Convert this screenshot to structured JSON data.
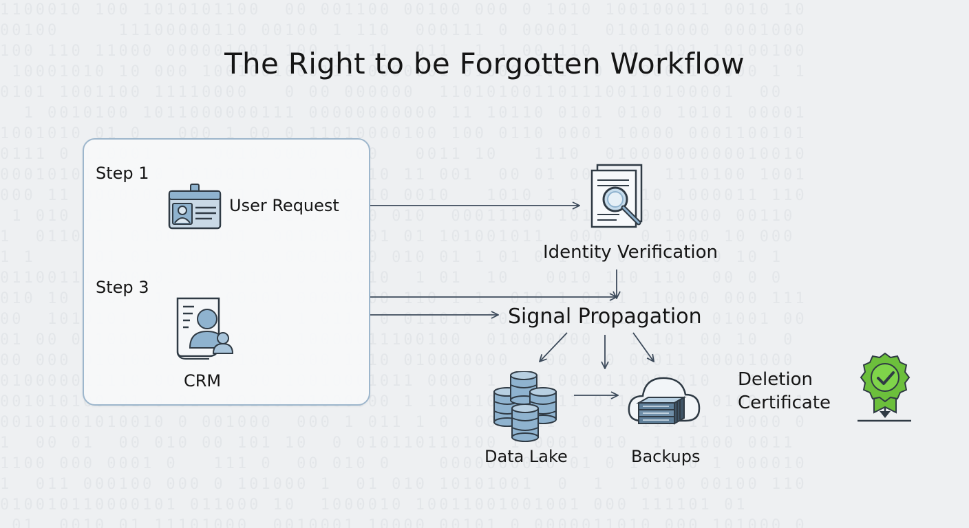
{
  "title": "The Right to be Forgotten Workflow",
  "panel": {
    "step1_label": "Step 1",
    "step3_label": "Step 3",
    "user_request_label": "User Request",
    "crm_label": "CRM"
  },
  "nodes": {
    "identity_verification": "Identity Verification",
    "signal_propagation": "Signal Propagation",
    "data_lake": "Data Lake",
    "backups": "Backups",
    "deletion_certificate_line1": "Deletion",
    "deletion_certificate_line2": "Certificate"
  },
  "icons": {
    "user_request": "id-card-icon",
    "identity_verification": "document-magnifier-icon",
    "crm": "contact-profile-icon",
    "data_lake": "database-stack-icon",
    "backups": "cloud-server-icon",
    "deletion_certificate": "certificate-seal-icon"
  },
  "colors": {
    "panel_border": "#9db6cc",
    "icon_blue": "#8fb3cf",
    "icon_stroke": "#2f3a44",
    "seal_green": "#6cbf3c",
    "arrow": "#3c4a5a"
  }
}
